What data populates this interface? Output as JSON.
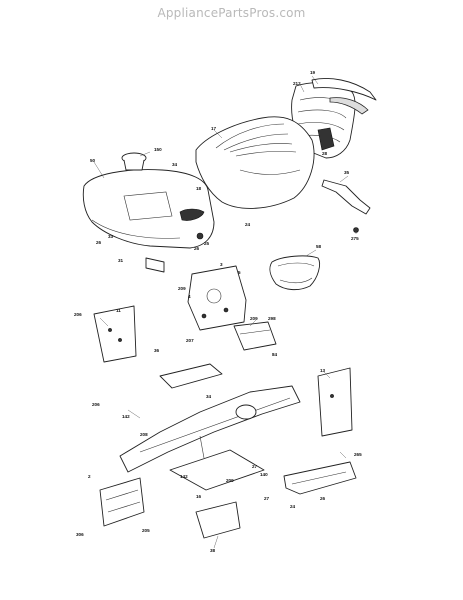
{
  "header": {
    "site_name": "AppliancePartsPros.com"
  },
  "callouts": [
    {
      "id": "c-19",
      "text": "19"
    },
    {
      "id": "c-212",
      "text": "212"
    },
    {
      "id": "c-17",
      "text": "17"
    },
    {
      "id": "c-28",
      "text": "28"
    },
    {
      "id": "c-150",
      "text": "150"
    },
    {
      "id": "c-50",
      "text": "50"
    },
    {
      "id": "c-34a",
      "text": "34"
    },
    {
      "id": "c-18",
      "text": "18"
    },
    {
      "id": "c-35",
      "text": "35"
    },
    {
      "id": "c-275",
      "text": "275"
    },
    {
      "id": "c-24",
      "text": "24"
    },
    {
      "id": "c-26a",
      "text": "26"
    },
    {
      "id": "c-33",
      "text": "33"
    },
    {
      "id": "c-26b",
      "text": "26"
    },
    {
      "id": "c-25",
      "text": "25"
    },
    {
      "id": "c-58",
      "text": "58"
    },
    {
      "id": "c-3",
      "text": "3"
    },
    {
      "id": "c-5",
      "text": "5"
    },
    {
      "id": "c-31",
      "text": "31"
    },
    {
      "id": "c-209a",
      "text": "209"
    },
    {
      "id": "c-4",
      "text": "4"
    },
    {
      "id": "c-11",
      "text": "11"
    },
    {
      "id": "c-206a",
      "text": "206"
    },
    {
      "id": "c-209b",
      "text": "209"
    },
    {
      "id": "c-298",
      "text": "298"
    },
    {
      "id": "c-207",
      "text": "207"
    },
    {
      "id": "c-84",
      "text": "84"
    },
    {
      "id": "c-36",
      "text": "36"
    },
    {
      "id": "c-34b",
      "text": "34"
    },
    {
      "id": "c-13",
      "text": "13"
    },
    {
      "id": "c-206b",
      "text": "206"
    },
    {
      "id": "c-142a",
      "text": "142"
    },
    {
      "id": "c-208",
      "text": "208"
    },
    {
      "id": "c-2",
      "text": "2"
    },
    {
      "id": "c-142b",
      "text": "142"
    },
    {
      "id": "c-209c",
      "text": "209"
    },
    {
      "id": "c-27a",
      "text": "27"
    },
    {
      "id": "c-140",
      "text": "140"
    },
    {
      "id": "c-265",
      "text": "265"
    },
    {
      "id": "c-306",
      "text": "306"
    },
    {
      "id": "c-205",
      "text": "205"
    },
    {
      "id": "c-16",
      "text": "16"
    },
    {
      "id": "c-27b",
      "text": "27"
    },
    {
      "id": "c-24b",
      "text": "24"
    },
    {
      "id": "c-26c",
      "text": "26"
    },
    {
      "id": "c-38",
      "text": "38"
    }
  ]
}
